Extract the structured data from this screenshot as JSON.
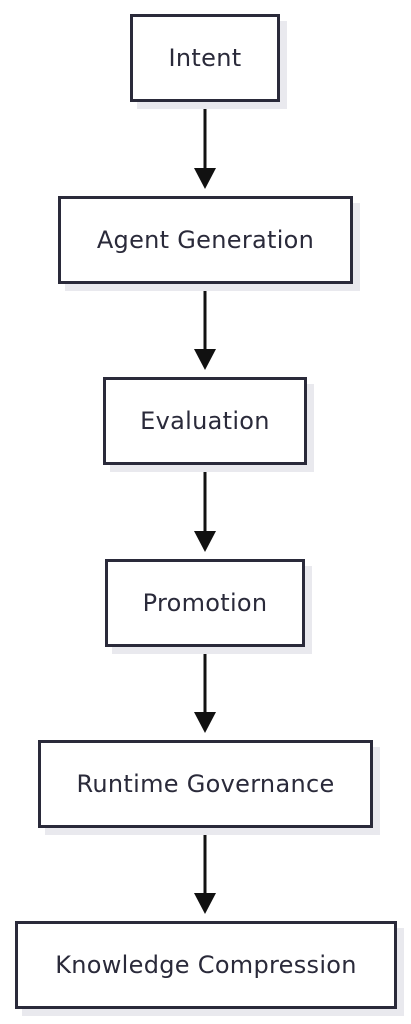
{
  "diagram": {
    "nodes": [
      {
        "id": "intent",
        "label": "Intent"
      },
      {
        "id": "agent-generation",
        "label": "Agent Generation"
      },
      {
        "id": "evaluation",
        "label": "Evaluation"
      },
      {
        "id": "promotion",
        "label": "Promotion"
      },
      {
        "id": "runtime-governance",
        "label": "Runtime Governance"
      },
      {
        "id": "knowledge-compression",
        "label": "Knowledge Compression"
      }
    ],
    "edges": [
      {
        "from": "intent",
        "to": "agent-generation"
      },
      {
        "from": "agent-generation",
        "to": "evaluation"
      },
      {
        "from": "evaluation",
        "to": "promotion"
      },
      {
        "from": "promotion",
        "to": "runtime-governance"
      },
      {
        "from": "runtime-governance",
        "to": "knowledge-compression"
      }
    ],
    "colors": {
      "stroke": "#2a2a3a",
      "text": "#2a2a3a",
      "shadow": "#e9e9ee",
      "background": "#ffffff"
    }
  }
}
